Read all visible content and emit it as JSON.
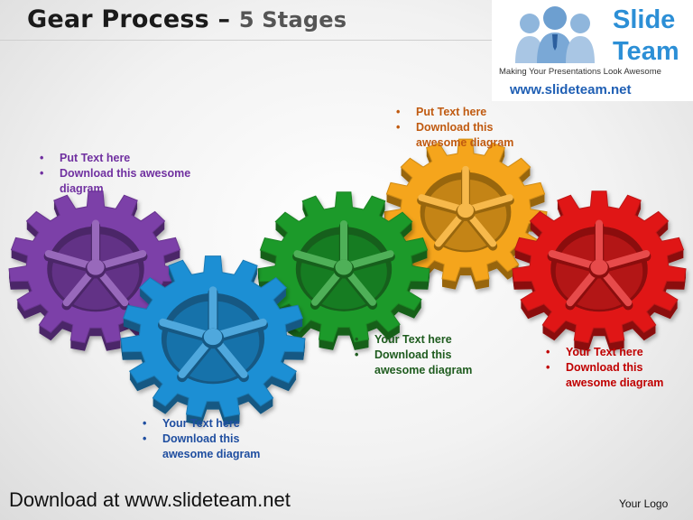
{
  "title": "Gear Process – ",
  "title_stages": "5 Stages",
  "logo": {
    "word1": "Slide",
    "word2": "Team",
    "tagline": "Making Your Presentations Look Awesome",
    "url": "www.slideteam.net",
    "icon": "people-group-icon"
  },
  "gears": [
    {
      "name": "purple",
      "color": "#7b3fa8"
    },
    {
      "name": "blue",
      "color": "#1e8fd4"
    },
    {
      "name": "green",
      "color": "#1f9a2a"
    },
    {
      "name": "orange",
      "color": "#f5a51a"
    },
    {
      "name": "red",
      "color": "#e01818"
    }
  ],
  "text_blocks": {
    "purple": [
      "Put Text here",
      "Download this awesome diagram"
    ],
    "orange": [
      "Put Text here",
      "Download this awesome diagram"
    ],
    "green": [
      "Your Text here",
      "Download this awesome diagram"
    ],
    "red": [
      "Your Text here",
      "Download this awesome diagram"
    ],
    "blue": [
      "Your Text here",
      "Download this awesome diagram"
    ]
  },
  "footer": "Download at www.slideteam.net",
  "your_logo": "Your Logo"
}
